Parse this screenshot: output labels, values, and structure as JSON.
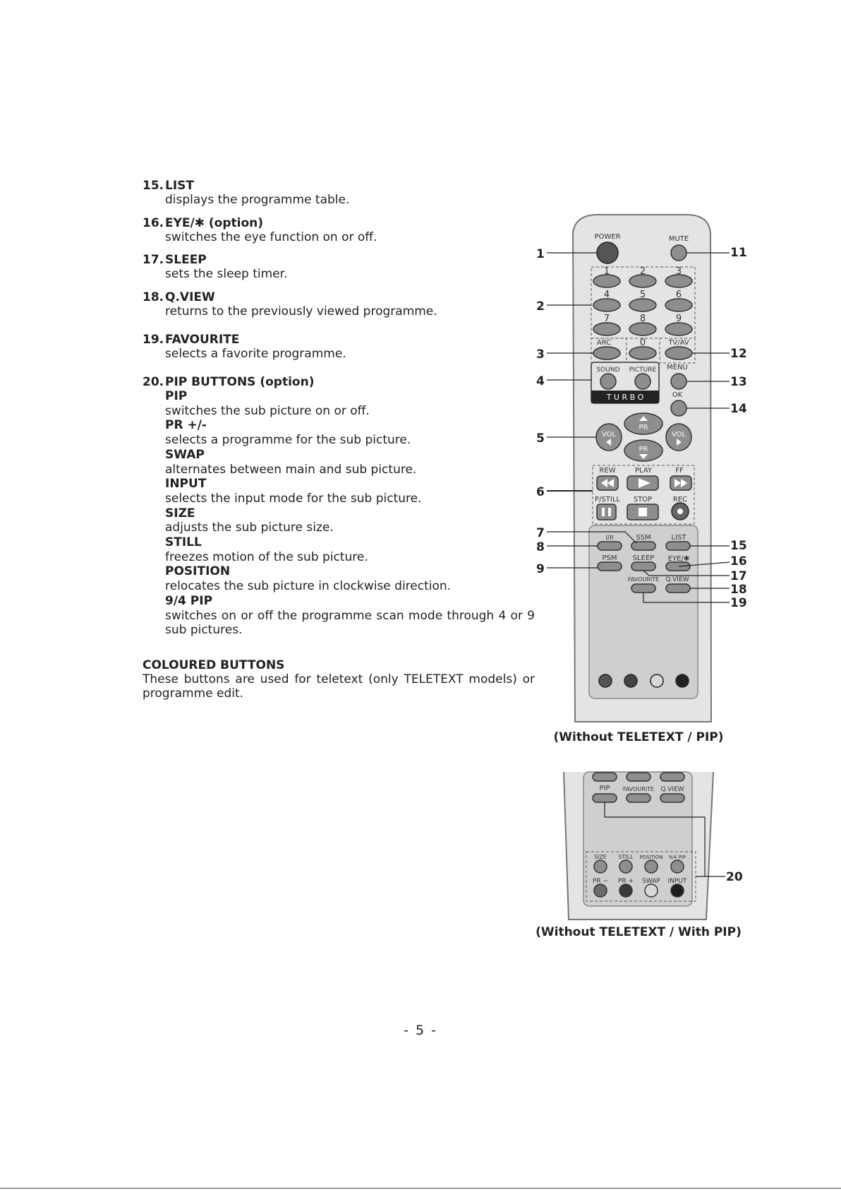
{
  "entries": [
    {
      "num": "15.",
      "title": "LIST",
      "desc": "displays the programme table."
    },
    {
      "num": "16.",
      "title": "EYE/✱ (option)",
      "desc": "switches the eye function on or off."
    },
    {
      "num": "17.",
      "title": "SLEEP",
      "desc": "sets the sleep timer."
    },
    {
      "num": "18.",
      "title": "Q.VIEW",
      "desc": "returns to the previously viewed programme."
    },
    {
      "num": "19.",
      "title": "FAVOURITE",
      "desc": "selects a favorite programme."
    }
  ],
  "pip": {
    "num": "20.",
    "title": "PIP BUTTONS (option)",
    "items": [
      {
        "title": "PIP",
        "desc": "switches the sub picture on or off."
      },
      {
        "title": "PR +/-",
        "desc": "selects a programme for the sub picture."
      },
      {
        "title": "SWAP",
        "desc": "alternates between main and sub picture."
      },
      {
        "title": "INPUT",
        "desc": "selects the input mode for the sub picture."
      },
      {
        "title": "SIZE",
        "desc": "adjusts the sub picture size."
      },
      {
        "title": "STILL",
        "desc": "freezes motion of the sub picture."
      },
      {
        "title": "POSITION",
        "desc": "relocates the sub picture in clockwise direction."
      },
      {
        "title": "9/4 PIP",
        "desc": "switches on or off the programme scan mode through 4 or 9 sub pictures."
      }
    ]
  },
  "coloured": {
    "title": "COLOURED BUTTONS",
    "desc": "These buttons are used for teletext (only TELETEXT models) or programme edit."
  },
  "remote": {
    "labels": {
      "power": "POWER",
      "mute": "MUTE",
      "d1": "1",
      "d2": "2",
      "d3": "3",
      "d4": "4",
      "d5": "5",
      "d6": "6",
      "d7": "7",
      "d8": "8",
      "d9": "9",
      "d0": "0",
      "arc": "ARC",
      "tvav": "TV/AV",
      "sound": "SOUND",
      "picture": "PICTURE",
      "turbo": "T U R B O",
      "menu": "MENU",
      "ok": "OK",
      "pr": "PR",
      "vol": "VOL",
      "rew": "REW",
      "play": "PLAY",
      "ff": "FF",
      "pstill": "P/STILL",
      "stop": "STOP",
      "rec": "REC",
      "i_ii": "I/II",
      "ssm": "SSM",
      "list": "LIST",
      "psm": "PSM",
      "sleep": "SLEEP",
      "eye": "EYE/✱",
      "favourite": "FAVOURITE",
      "qview": "Q.VIEW"
    },
    "callouts": {
      "c1": "1",
      "c2": "2",
      "c3": "3",
      "c4": "4",
      "c5": "5",
      "c6": "6",
      "c7": "7",
      "c8": "8",
      "c9": "9",
      "c11": "11",
      "c12": "12",
      "c13": "13",
      "c14": "14",
      "c15": "15",
      "c16": "16",
      "c17": "17",
      "c18": "18",
      "c19": "19"
    },
    "caption": "(Without TELETEXT / PIP)"
  },
  "remote2": {
    "labels": {
      "pip": "PIP",
      "favourite": "FAVOURITE",
      "qview": "Q.VIEW",
      "size": "SIZE",
      "still": "STILL",
      "position": "POSITION",
      "pip94": "9/4 PIP",
      "prminus": "PR −",
      "prplus": "PR +",
      "swap": "SWAP",
      "input": "INPUT"
    },
    "callout": "20",
    "caption": "(Without TELETEXT / With PIP)"
  },
  "page_number": "- 5 -",
  "colors": {
    "remote_body": "#e4e4e4",
    "button": "#8e8e8e",
    "panel": "#cfcfcf",
    "power": "#555555"
  }
}
